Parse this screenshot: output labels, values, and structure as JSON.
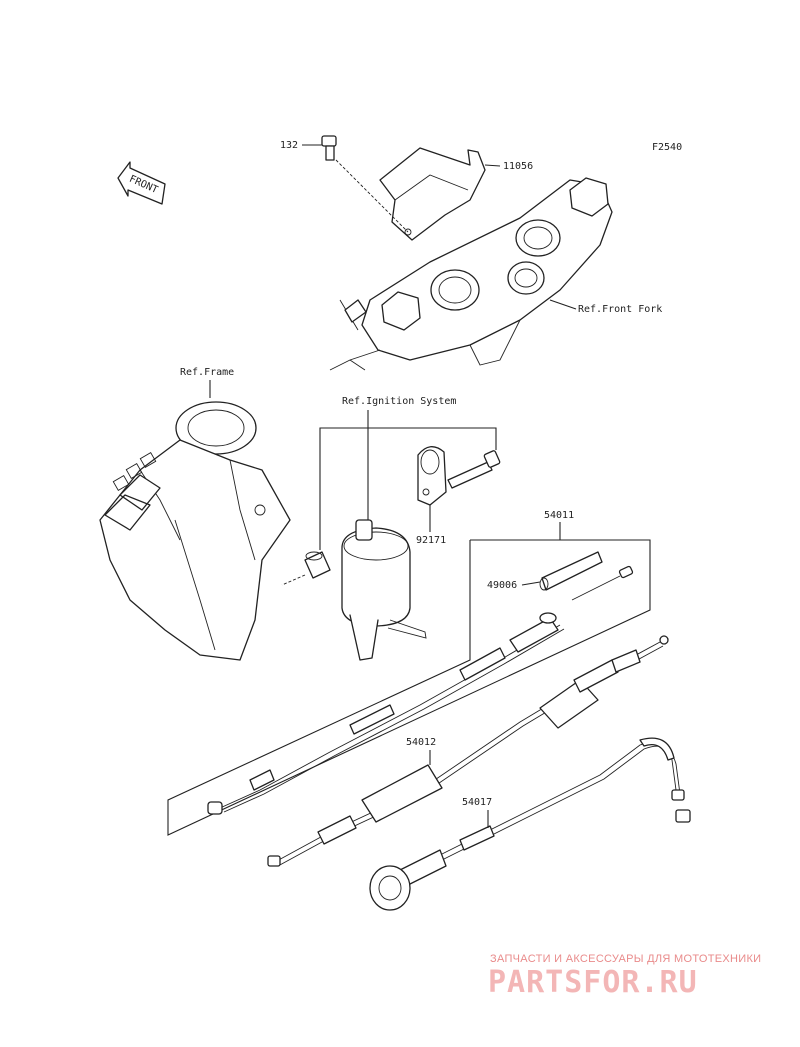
{
  "diagram": {
    "figure_code": "F2540",
    "front_label": "FRONT",
    "refs": {
      "front_fork": "Ref.Front Fork",
      "frame": "Ref.Frame",
      "ignition": "Ref.Ignition System"
    },
    "parts": {
      "p132": "132",
      "p11056": "11056",
      "p92171": "92171",
      "p54011": "54011",
      "p49006": "49006",
      "p54012": "54012",
      "p54017": "54017"
    }
  },
  "watermark": {
    "tagline": "ЗАПЧАСТИ И АКСЕССУАРЫ ДЛЯ МОТОТЕХНИКИ",
    "logo": "PARTSFOR.RU"
  }
}
